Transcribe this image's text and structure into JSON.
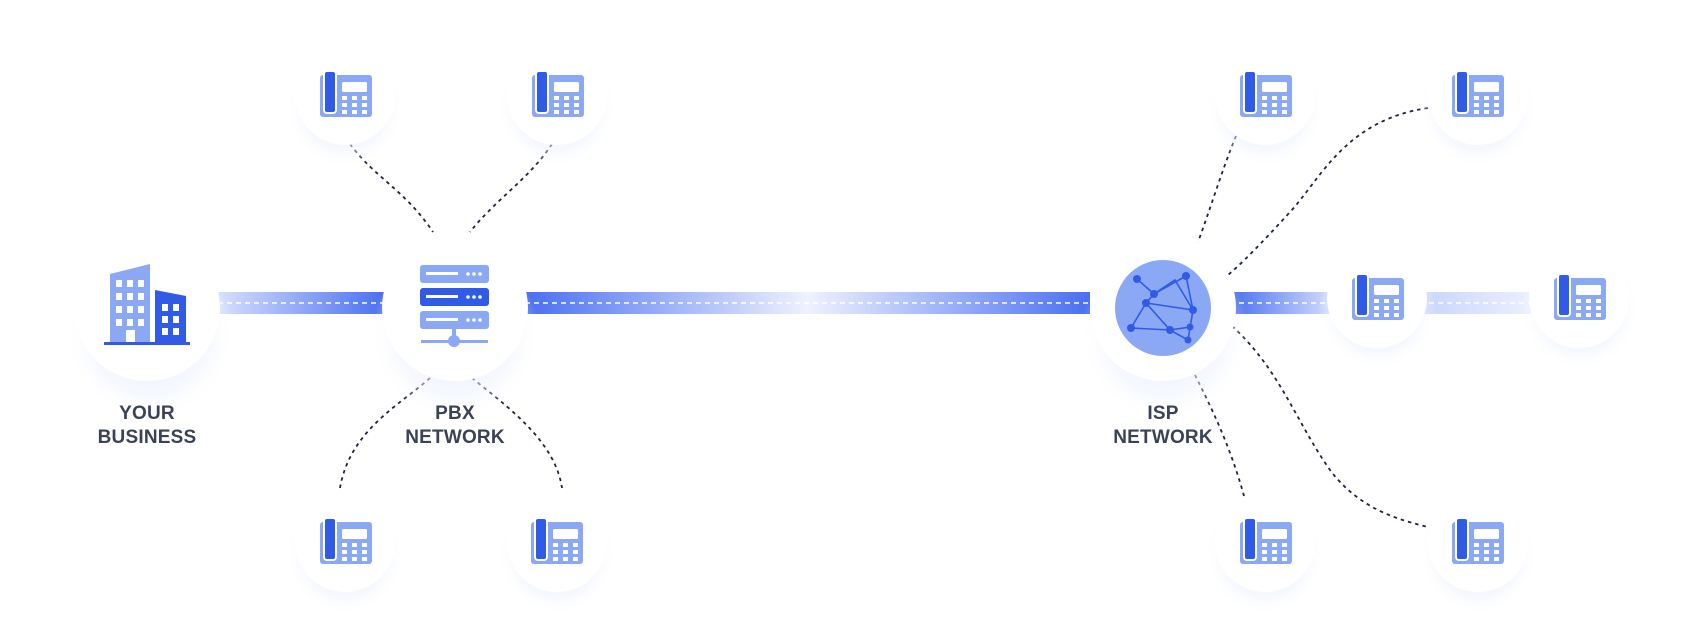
{
  "nodes": {
    "your_business": {
      "line1": "YOUR",
      "line2": "BUSINESS",
      "icon": "office-building-icon"
    },
    "pbx_network": {
      "line1": "PBX",
      "line2": "NETWORK",
      "icon": "server-rack-icon"
    },
    "isp_network": {
      "line1": "ISP",
      "line2": "NETWORK",
      "icon": "globe-network-icon"
    }
  },
  "endpoints": {
    "icon": "desk-phone-icon",
    "pbx_phones": 4,
    "isp_phones": 6
  },
  "colors": {
    "primary": "#2f5be7",
    "light": "#8aa8f4",
    "link_gradient_light": "#e6ecff",
    "dotted_line": "#1c2340",
    "label": "#3a4257",
    "halo": "#dfe6ff"
  }
}
